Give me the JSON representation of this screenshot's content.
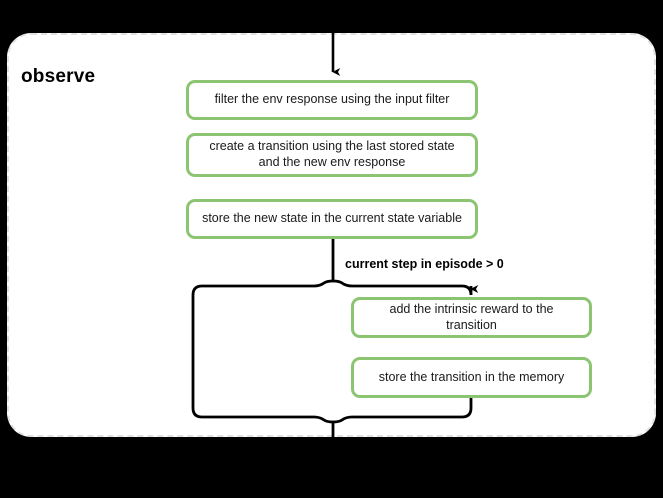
{
  "diagram": {
    "type": "flowchart",
    "container": {
      "title": "observe",
      "border_style": "dashed",
      "border_color": "#e2e2e2",
      "background": "#ffffff"
    },
    "node_color": "#8cc571",
    "line_color": "#000000",
    "nodes": [
      {
        "id": "filter",
        "label": "filter the env response using the input filter"
      },
      {
        "id": "transition",
        "label": "create a transition using the last stored state and the new env response"
      },
      {
        "id": "store",
        "label": "store the new state in the current state variable"
      },
      {
        "id": "intrinsic",
        "label": "add the intrinsic reward to the transition"
      },
      {
        "id": "memory",
        "label": "store the transition in the memory"
      }
    ],
    "edge_labels": [
      {
        "id": "condition",
        "label": "current step in episode > 0"
      }
    ]
  }
}
